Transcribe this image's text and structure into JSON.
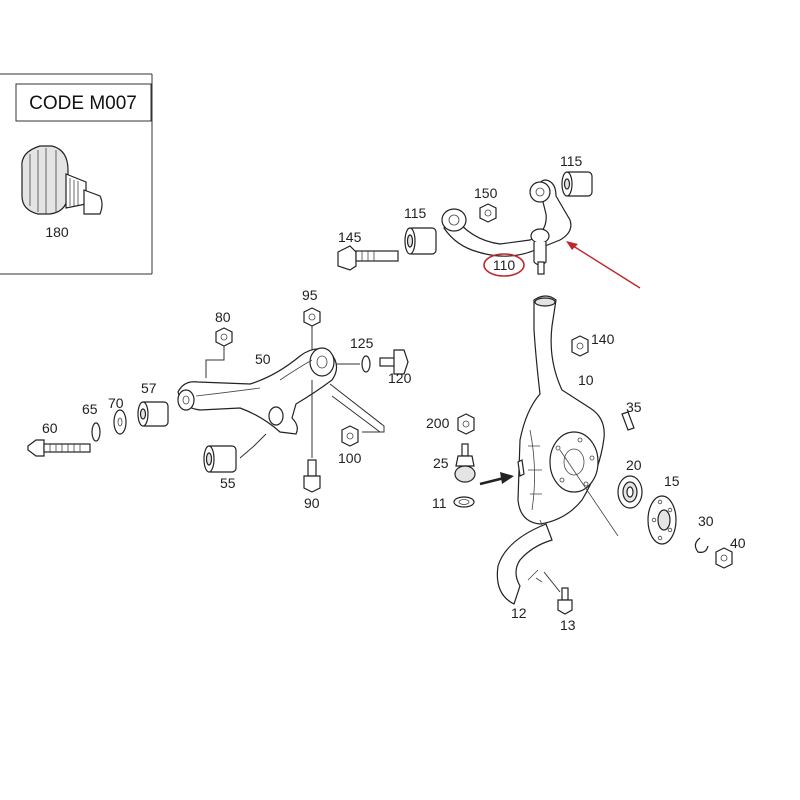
{
  "code_box": {
    "title": "CODE M007",
    "part_label": "180"
  },
  "labels": {
    "p145": "145",
    "p115a": "115",
    "p150": "150",
    "p115b": "115",
    "p110": "110",
    "p95": "95",
    "p80": "80",
    "p50": "50",
    "p125": "125",
    "p120": "120",
    "p57": "57",
    "p70": "70",
    "p65": "65",
    "p60": "60",
    "p100": "100",
    "p55": "55",
    "p90": "90",
    "p140": "140",
    "p10": "10",
    "p35": "35",
    "p200": "200",
    "p25": "25",
    "p11": "11",
    "p20": "20",
    "p15": "15",
    "p30": "30",
    "p40": "40",
    "p12": "12",
    "p13": "13"
  },
  "colors": {
    "highlight": "#c0262d",
    "line": "#333333"
  }
}
